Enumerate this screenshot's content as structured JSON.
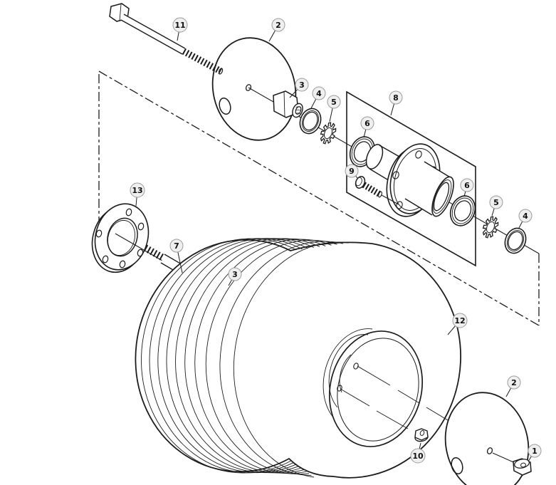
{
  "callouts": [
    {
      "label": "11"
    },
    {
      "label": "2"
    },
    {
      "label": "3"
    },
    {
      "label": "4"
    },
    {
      "label": "5"
    },
    {
      "label": "8"
    },
    {
      "label": "6"
    },
    {
      "label": "9"
    },
    {
      "label": "6"
    },
    {
      "label": "5"
    },
    {
      "label": "4"
    },
    {
      "label": "13"
    },
    {
      "label": "7"
    },
    {
      "label": "3"
    },
    {
      "label": "12"
    },
    {
      "label": "10"
    },
    {
      "label": "2"
    },
    {
      "label": "1"
    }
  ],
  "colors": {
    "line": "#1c1c1c",
    "background": "#ffffff",
    "callout_fill": "#efefef",
    "callout_stroke": "#9b9b9b",
    "callout_text": "#111111"
  }
}
